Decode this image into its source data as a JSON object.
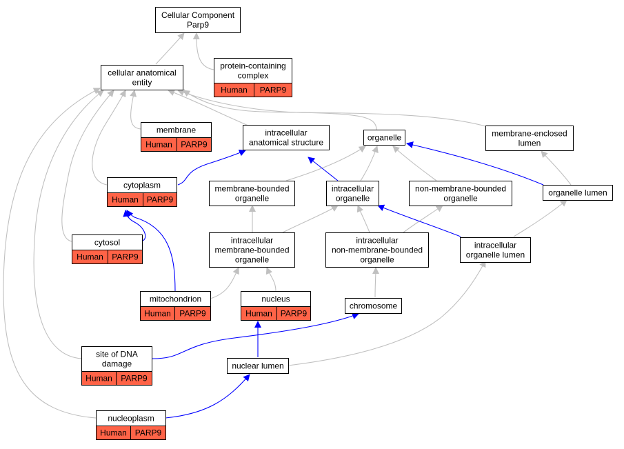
{
  "colors": {
    "is_a": "#c0c0c0",
    "part_of": "#0000ff",
    "annotation": "#ff6347"
  },
  "nodes": {
    "root": {
      "lines": [
        "Cellular Component",
        "Parp9"
      ]
    },
    "cae": {
      "lines": [
        "cellular anatomical",
        "entity"
      ]
    },
    "pcc": {
      "lines": [
        "protein-containing",
        "complex"
      ],
      "ann": [
        "Human",
        "PARP9"
      ]
    },
    "membrane": {
      "lines": [
        "membrane"
      ],
      "ann": [
        "Human",
        "PARP9"
      ]
    },
    "ias": {
      "lines": [
        "intracellular",
        "anatomical structure"
      ]
    },
    "organelle": {
      "lines": [
        "organelle"
      ]
    },
    "mel": {
      "lines": [
        "membrane-enclosed",
        "lumen"
      ]
    },
    "cytoplasm": {
      "lines": [
        "cytoplasm"
      ],
      "ann": [
        "Human",
        "PARP9"
      ]
    },
    "mbo": {
      "lines": [
        "membrane-bounded",
        "organelle"
      ]
    },
    "io": {
      "lines": [
        "intracellular",
        "organelle"
      ]
    },
    "nmbo": {
      "lines": [
        "non-membrane-bounded",
        "organelle"
      ]
    },
    "ol": {
      "lines": [
        "organelle lumen"
      ]
    },
    "cytosol": {
      "lines": [
        "cytosol"
      ],
      "ann": [
        "Human",
        "PARP9"
      ]
    },
    "imbo": {
      "lines": [
        "intracellular",
        "membrane-bounded",
        "organelle"
      ]
    },
    "inmbo": {
      "lines": [
        "intracellular",
        "non-membrane-bounded",
        "organelle"
      ]
    },
    "iol": {
      "lines": [
        "intracellular",
        "organelle lumen"
      ]
    },
    "mito": {
      "lines": [
        "mitochondrion"
      ],
      "ann": [
        "Human",
        "PARP9"
      ]
    },
    "nucleus": {
      "lines": [
        "nucleus"
      ],
      "ann": [
        "Human",
        "PARP9"
      ]
    },
    "chromosome": {
      "lines": [
        "chromosome"
      ]
    },
    "dna": {
      "lines": [
        "site of DNA",
        "damage"
      ],
      "ann": [
        "Human",
        "PARP9"
      ]
    },
    "nl": {
      "lines": [
        "nuclear lumen"
      ]
    },
    "np": {
      "lines": [
        "nucleoplasm"
      ],
      "ann": [
        "Human",
        "PARP9"
      ]
    }
  }
}
